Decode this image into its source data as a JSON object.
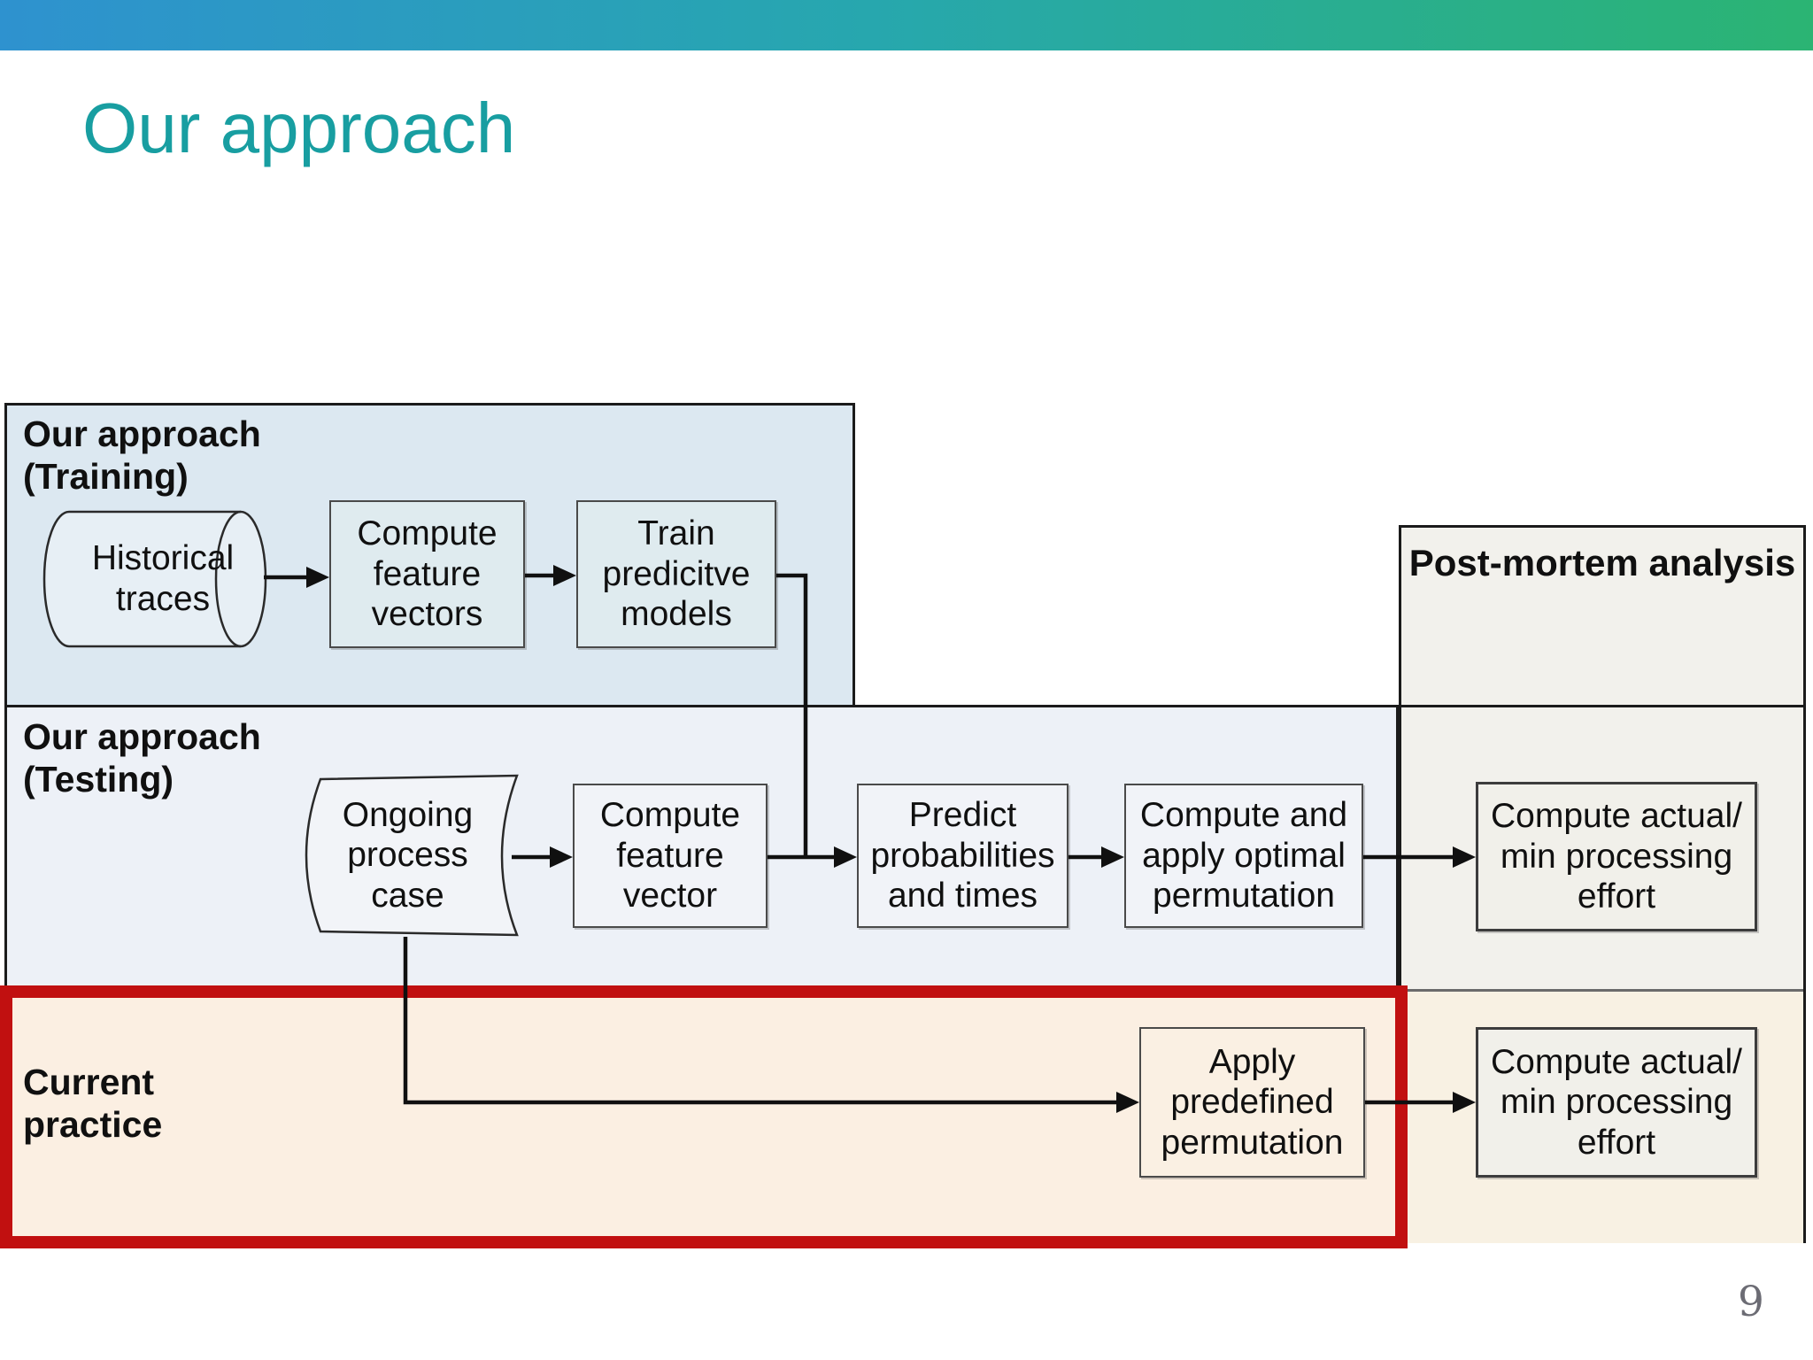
{
  "slide": {
    "title": "Our approach",
    "page_number": "9"
  },
  "colors": {
    "accent_teal": "#189EA1",
    "highlight_red": "#C11010",
    "bar_gradient_left": "#2E92CF",
    "bar_gradient_mid": "#27A7AE",
    "bar_gradient_right": "#2BB473",
    "training_fill": "#DCE8F1",
    "testing_fill": "#EDF1F7",
    "postmortem_fill": "#F2F1EC",
    "postmortem_lower_fill": "#F8F1E3",
    "current_practice_fill": "#FBEFE2"
  },
  "diagram": {
    "training": {
      "label": "Our approach\n(Training)",
      "cylinder": "Historical\ntraces",
      "compute_features": "Compute\nfeature\nvectors",
      "train_models": "Train\npredicitve\nmodels"
    },
    "testing": {
      "label": "Our approach\n(Testing)",
      "ongoing_case": "Ongoing\nprocess\ncase",
      "compute_feature": "Compute\nfeature\nvector",
      "predict": "Predict\nprobabilities\nand times",
      "compute_apply": "Compute and\napply optimal\npermutation"
    },
    "current_practice": {
      "label": "Current\npractice",
      "apply_predefined": "Apply\npredefined\npermutation"
    },
    "post_mortem": {
      "label": "Post-mortem analysis",
      "compute_effort_top": "Compute actual/\nmin processing\neffort",
      "compute_effort_bottom": "Compute actual/\nmin processing\neffort"
    }
  }
}
